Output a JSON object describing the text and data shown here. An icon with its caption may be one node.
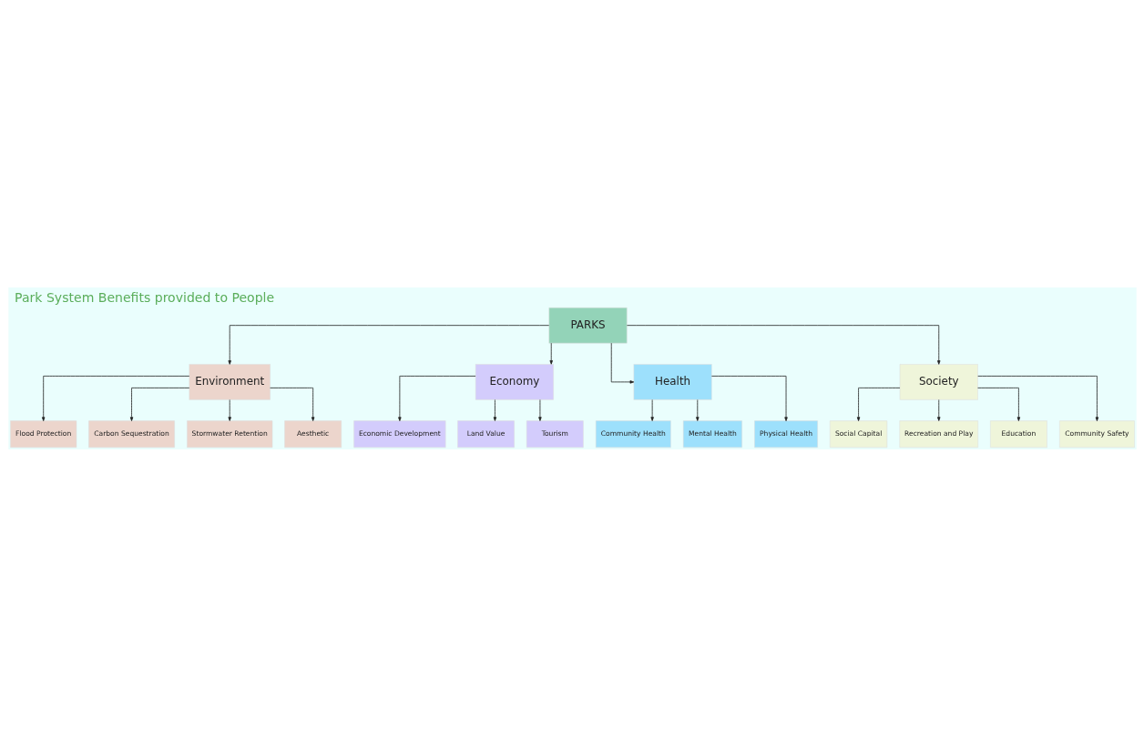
{
  "diagram": {
    "title": "Park System Benefits provided to People",
    "nodes": [
      {
        "text": [
          "Flood Protection"
        ]
      },
      {
        "text": [
          "Carbon Sequestration"
        ]
      },
      {
        "text": [
          "Stormwater Retention"
        ]
      },
      {
        "text": [
          "Aesthetic"
        ]
      },
      {
        "text": [
          "Environment"
        ]
      },
      {
        "text": [
          "Economic Development"
        ]
      },
      {
        "text": [
          "Community Health"
        ]
      },
      {
        "text": [
          "Land Value"
        ]
      },
      {
        "text": [
          "Economy"
        ]
      },
      {
        "text": [
          "PARKS"
        ]
      },
      {
        "text": [
          "Health"
        ]
      },
      {
        "text": [
          "Mental Health"
        ]
      },
      {
        "text": [
          "Tourism"
        ]
      },
      {
        "text": [
          "Physical Health"
        ]
      },
      {
        "text": [
          "Society"
        ]
      },
      {
        "text": [
          "Social Capital"
        ]
      },
      {
        "text": [
          "Recreation and Play"
        ]
      },
      {
        "text": [
          "Education"
        ]
      },
      {
        "text": [
          "Community Safety"
        ]
      }
    ],
    "edges": [
      {
        "from": 9,
        "to": 4,
        "arrow": "to"
      },
      {
        "from": 9,
        "to": 8,
        "arrow": "to"
      },
      {
        "from": 9,
        "to": 10,
        "arrow": "to"
      },
      {
        "from": 9,
        "to": 14,
        "arrow": "to"
      },
      {
        "from": 4,
        "to": 0,
        "arrow": "to"
      },
      {
        "from": 4,
        "to": 1,
        "arrow": "to"
      },
      {
        "from": 4,
        "to": 2,
        "arrow": "to"
      },
      {
        "from": 4,
        "to": 3,
        "arrow": "to"
      },
      {
        "from": 8,
        "to": 5,
        "arrow": "to"
      },
      {
        "from": 8,
        "to": 7,
        "arrow": "to"
      },
      {
        "from": 8,
        "to": 12,
        "arrow": "to"
      },
      {
        "from": 10,
        "to": 6,
        "arrow": "to"
      },
      {
        "from": 10,
        "to": 11,
        "arrow": "to"
      },
      {
        "from": 10,
        "to": 13,
        "arrow": "to"
      },
      {
        "from": 14,
        "to": 15,
        "arrow": "to"
      },
      {
        "from": 14,
        "to": 16,
        "arrow": "to"
      },
      {
        "from": 14,
        "to": 17,
        "arrow": "to"
      },
      {
        "from": 14,
        "to": 18,
        "arrow": "to"
      }
    ]
  }
}
